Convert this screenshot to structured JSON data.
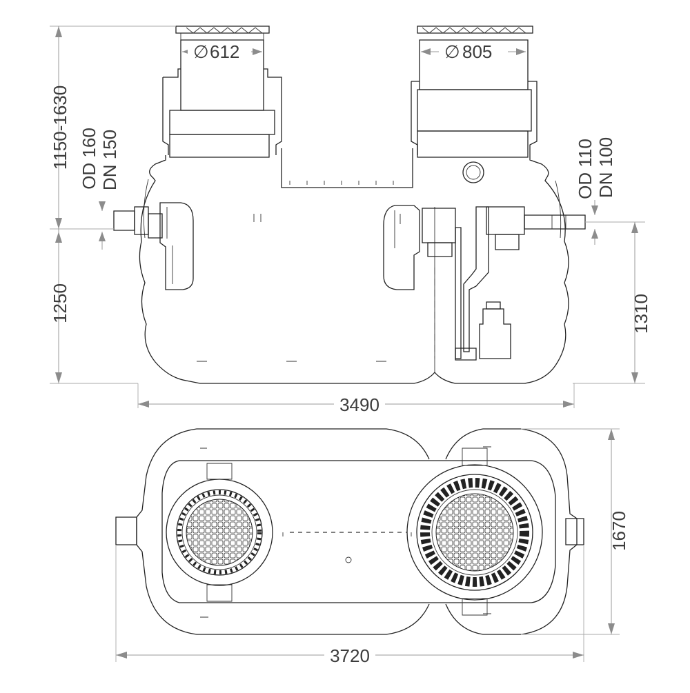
{
  "dimensions": {
    "height_upper": "1150-1630",
    "height_lower": "1250",
    "length_side": "3490",
    "outlet_height": "1310",
    "length_top": "3720",
    "width_top": "1670"
  },
  "inlet": {
    "od": "OD 160",
    "dn": "DN 150"
  },
  "outlet": {
    "od": "OD 110",
    "dn": "DN 100"
  },
  "shafts": {
    "left_diameter": "612",
    "right_diameter": "805",
    "diameter_symbol": "∅"
  }
}
